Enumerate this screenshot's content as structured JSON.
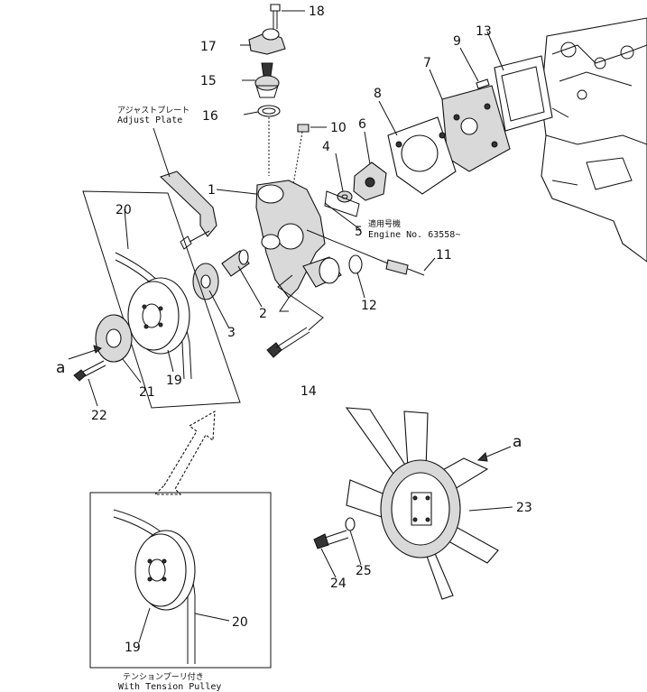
{
  "callouts": [
    "1",
    "2",
    "3",
    "4",
    "5",
    "6",
    "7",
    "8",
    "9",
    "10",
    "11",
    "12",
    "13",
    "14",
    "15",
    "16",
    "17",
    "18",
    "19",
    "20",
    "21",
    "22",
    "23",
    "24",
    "25"
  ],
  "inset_callouts": {
    "belt": "20",
    "pulley": "19"
  },
  "view_marker": "a",
  "notes": {
    "adjust_plate_jp": "アジャストプレート",
    "adjust_plate_en": "Adjust Plate",
    "engine_no_jp": "適用号機",
    "engine_no_en": "Engine No. 63558~",
    "tension_pulley_jp": "テンションプーリ付き",
    "tension_pulley_en": "With Tension Pulley"
  }
}
